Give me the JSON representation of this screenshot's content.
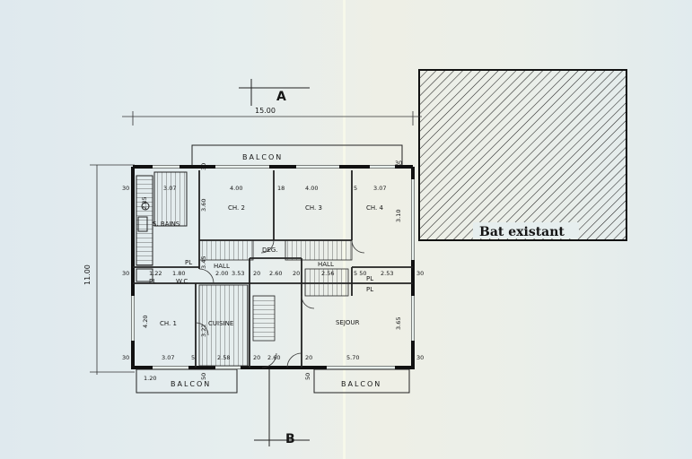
{
  "labels": {
    "section_a": "A",
    "section_b": "B",
    "overall_width": "15.00",
    "overall_depth": "11.00",
    "balcony_top": "BALCON",
    "balcony_left": "BALCON",
    "balcony_right": "BALCON",
    "existing_building": "Bat existant",
    "room_bath": "S. BAINS",
    "room_ch2": "CH. 2",
    "room_ch3": "CH. 3",
    "room_ch4": "CH. 4",
    "room_deg": "DEG.",
    "room_hall_left": "HALL",
    "room_hall_right": "HALL",
    "room_ch1": "CH. 1",
    "room_kitchen": "CUISINE",
    "room_living": "SEJOUR",
    "pl_1": "PL",
    "pl_2": "PL",
    "pl_3": "PL",
    "pl_4": "PL",
    "wc": "W.C"
  },
  "dimensions": {
    "top_3_07": "3.07",
    "top_4_00a": "4.00",
    "top_18": "18",
    "top_4_00b": "4.00",
    "top_5": "5",
    "top_3_07b": "3.07",
    "top_30_left": "30",
    "top_30_mid": "30",
    "top_30_right": "30",
    "v_3_60": "3.60",
    "v_3_10": "3.10",
    "v_2_85": "2.85",
    "v_3_45": "3.45",
    "v_4_20": "4.20",
    "v_3_22": "3.22",
    "v_3_65": "3.65",
    "mid_2_00": "2.00",
    "mid_3_53": "3.53",
    "mid_20a": "20",
    "mid_2_60": "2.60",
    "mid_20b": "20",
    "mid_2_56": "2.56",
    "mid_5_50": "5 50",
    "mid_2_53": "2.53",
    "mid_30_left": "30",
    "mid_30_right": "30",
    "mid_1_22": "1.22",
    "mid_1_80": "1.80",
    "bot_30_left": "30",
    "bot_3_07": "3.07",
    "bot_5": "5",
    "bot_2_58": "2.58",
    "bot_20a": "20",
    "bot_2_60": "2.60",
    "bot_20b": "20",
    "bot_5_70": "5.70",
    "bot_30_right": "30",
    "bal_50a": "50",
    "bal_50b": "50",
    "bal_120": "1.20"
  },
  "colors": {
    "ink": "#151515",
    "paper": "#e6eeee"
  }
}
